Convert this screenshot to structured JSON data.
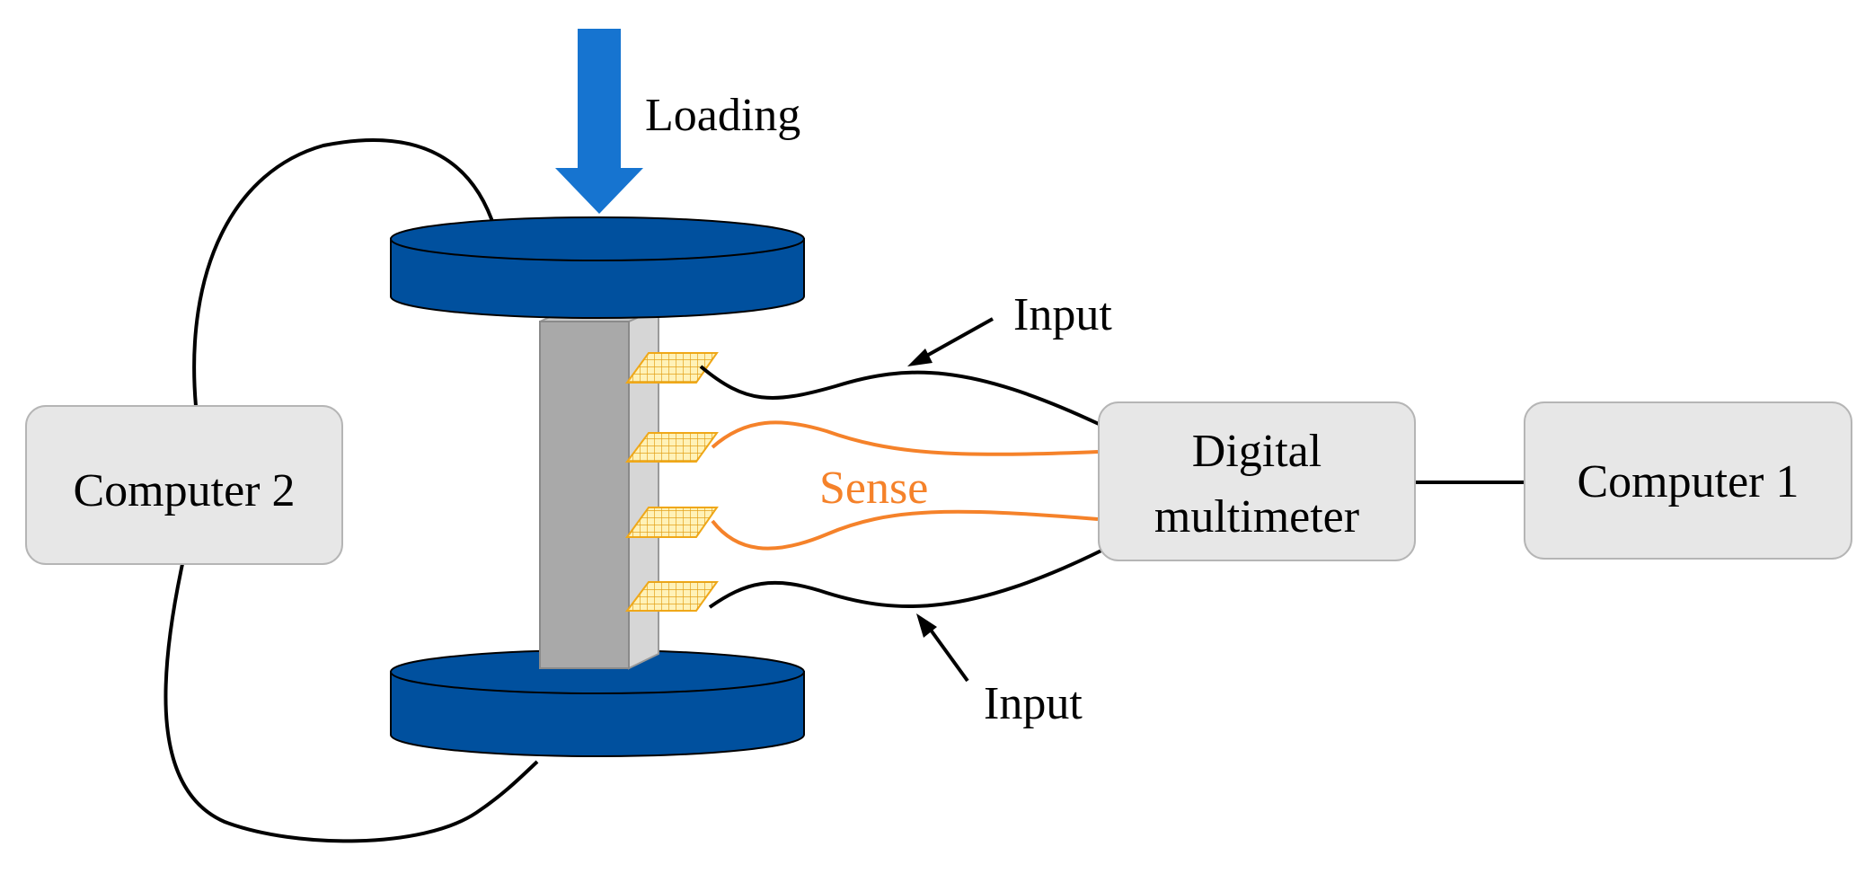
{
  "labels": {
    "loading": "Loading",
    "input_top": "Input",
    "input_bottom": "Input",
    "sense": "Sense",
    "digital_multimeter_line1": "Digital",
    "digital_multimeter_line2": "multimeter",
    "computer_1": "Computer 1",
    "computer_2": "Computer 2"
  },
  "colors": {
    "platen": "#00509E",
    "platen_dark": "#003E7E",
    "loading_arrow": "#1674D0",
    "specimen_front": "#A9A9A9",
    "specimen_side": "#D6D6D6",
    "gauge": "#F5C542",
    "sense_wire": "#F5822A",
    "input_wire": "#000000",
    "box_fill": "#E7E7E7",
    "box_stroke": "#B5B5B5",
    "sense_text": "#F5822A"
  },
  "icons": {
    "loading_arrow": "arrow-down-icon",
    "strain_gauge": "strain-gauge-icon"
  }
}
